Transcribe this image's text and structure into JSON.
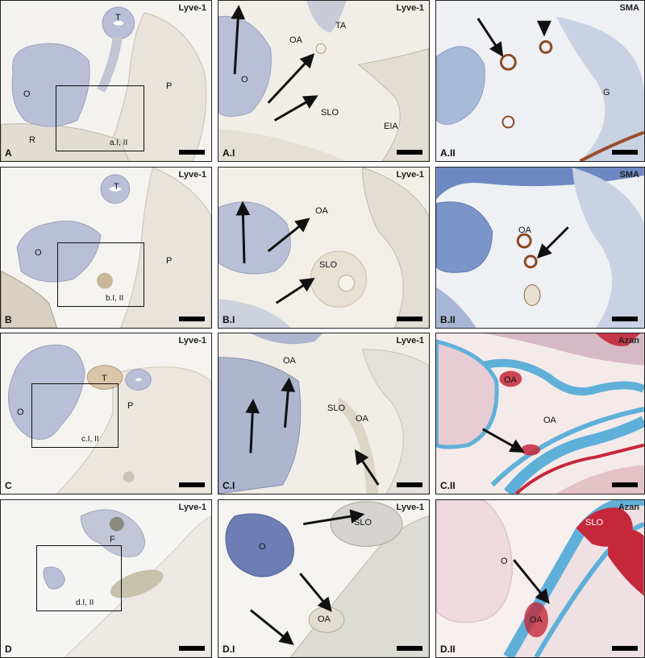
{
  "panels": [
    {
      "id": "A",
      "stain": "Lyve-1",
      "label": "A",
      "labels": {
        "T": "T",
        "O": "O",
        "P": "P",
        "R": "R"
      },
      "box_label": "a.I, II"
    },
    {
      "id": "AI",
      "stain": "Lyve-1",
      "label": "A.I",
      "labels": {
        "OA": "OA",
        "TA": "TA",
        "O": "O",
        "SLO": "SLO",
        "EIA": "EIA"
      }
    },
    {
      "id": "AII",
      "stain": "SMA",
      "label": "A.II",
      "labels": {
        "G": "G"
      }
    },
    {
      "id": "B",
      "stain": "Lyve-1",
      "label": "B",
      "labels": {
        "T": "T",
        "O": "O",
        "P": "P"
      },
      "box_label": "b.I, II"
    },
    {
      "id": "BI",
      "stain": "Lyve-1",
      "label": "B.I",
      "labels": {
        "OA": "OA",
        "SLO": "SLO"
      }
    },
    {
      "id": "BII",
      "stain": "SMA",
      "label": "B.II",
      "labels": {
        "OA": "OA"
      }
    },
    {
      "id": "C",
      "stain": "Lyve-1",
      "label": "C",
      "labels": {
        "T": "T",
        "O": "O",
        "P": "P"
      },
      "box_label": "c.I, II"
    },
    {
      "id": "CI",
      "stain": "Lyve-1",
      "label": "C.I",
      "labels": {
        "OA1": "OA",
        "SLO": "SLO",
        "OA2": "OA"
      }
    },
    {
      "id": "CII",
      "stain": "Azan",
      "label": "C.II",
      "labels": {
        "OA1": "OA",
        "OA2": "OA"
      }
    },
    {
      "id": "D",
      "stain": "Lyve-1",
      "label": "D",
      "labels": {
        "F": "F"
      },
      "box_label": "d.I, II"
    },
    {
      "id": "DI",
      "stain": "Lyve-1",
      "label": "D.I",
      "labels": {
        "SLO": "SLO",
        "O": "O",
        "OA": "OA"
      }
    },
    {
      "id": "DII",
      "stain": "Azan",
      "label": "D.II",
      "labels": {
        "SLO": "SLO",
        "O": "O",
        "OA": "OA"
      }
    }
  ],
  "colors": {
    "tissue_blue": "#b9bfd6",
    "tissue_tan": "#d9cdb4",
    "stroma": "#e6e0d2",
    "azan_blue": "#5fb0d9",
    "azan_red": "#c4283a"
  }
}
